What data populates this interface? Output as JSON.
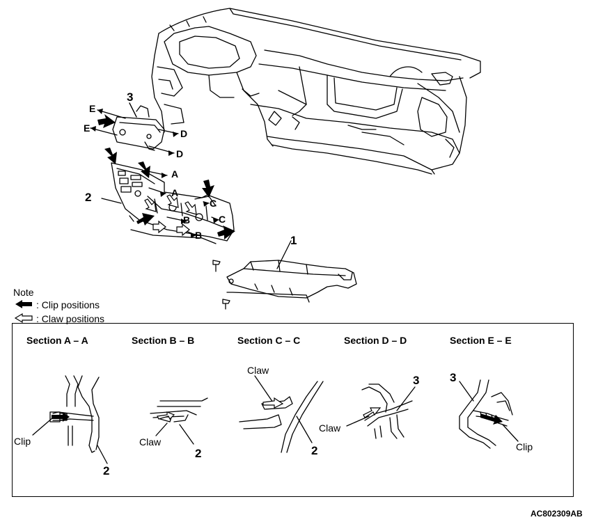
{
  "callouts": {
    "c1": "1",
    "c2": "2",
    "c3": "3"
  },
  "section_letters": {
    "a": "A",
    "b": "B",
    "c": "C",
    "d": "D",
    "e": "E"
  },
  "note": {
    "title": "Note",
    "clip_legend": ": Clip positions",
    "claw_legend": ": Claw positions"
  },
  "sections": [
    {
      "title": "Section A – A",
      "labels": {
        "clip": "Clip",
        "part": "2"
      }
    },
    {
      "title": "Section B – B",
      "labels": {
        "claw": "Claw",
        "part": "2"
      }
    },
    {
      "title": "Section C – C",
      "labels": {
        "claw": "Claw",
        "part": "2"
      }
    },
    {
      "title": "Section D – D",
      "labels": {
        "claw": "Claw",
        "part": "3"
      }
    },
    {
      "title": "Section E – E",
      "labels": {
        "clip": "Clip",
        "part": "3"
      }
    }
  ],
  "figure_code": "AC802309AB"
}
